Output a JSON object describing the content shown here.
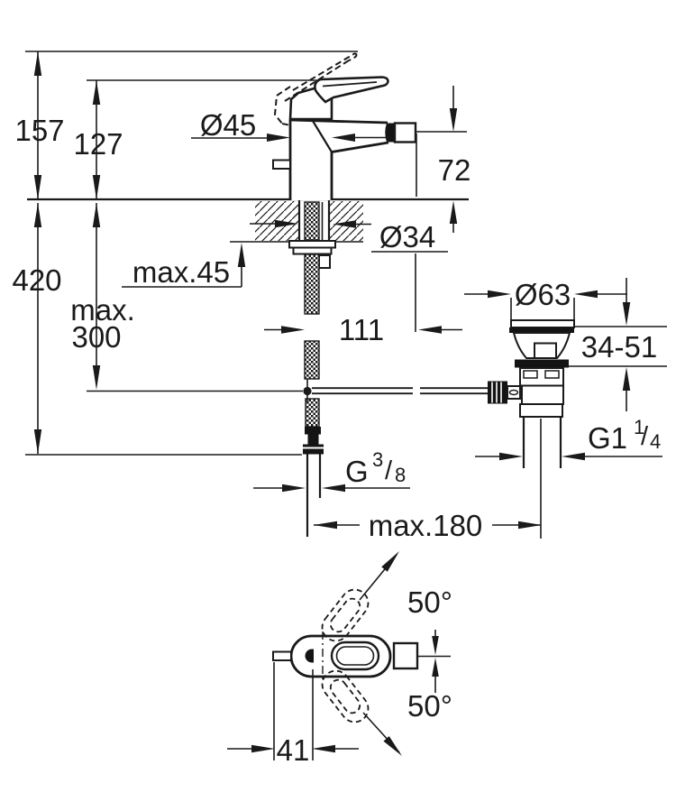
{
  "drawing": {
    "labels": {
      "height_total": "157",
      "height_lever": "127",
      "depth_total": "420",
      "hose_max_line1": "max.",
      "hose_max_line2": "300",
      "deck_max": "max.45",
      "body_dia": "Ø45",
      "spout_height": "72",
      "shank_dia": "Ø34",
      "spout_reach": "111",
      "waste_dia": "Ø63",
      "waste_range": "34-51",
      "waste_thread_base": "G1",
      "waste_thread_num": "1",
      "waste_thread_slash": "/",
      "waste_thread_den": "4",
      "hose_thread_base": "G",
      "hose_thread_num": "3",
      "hose_thread_slash": "/",
      "hose_thread_den": "8",
      "rod_reach_max": "max.180",
      "swing_upper": "50°",
      "swing_lower": "50°",
      "rod_offset": "41"
    },
    "colors": {
      "line": "#1a1a1a",
      "background": "#ffffff"
    }
  }
}
